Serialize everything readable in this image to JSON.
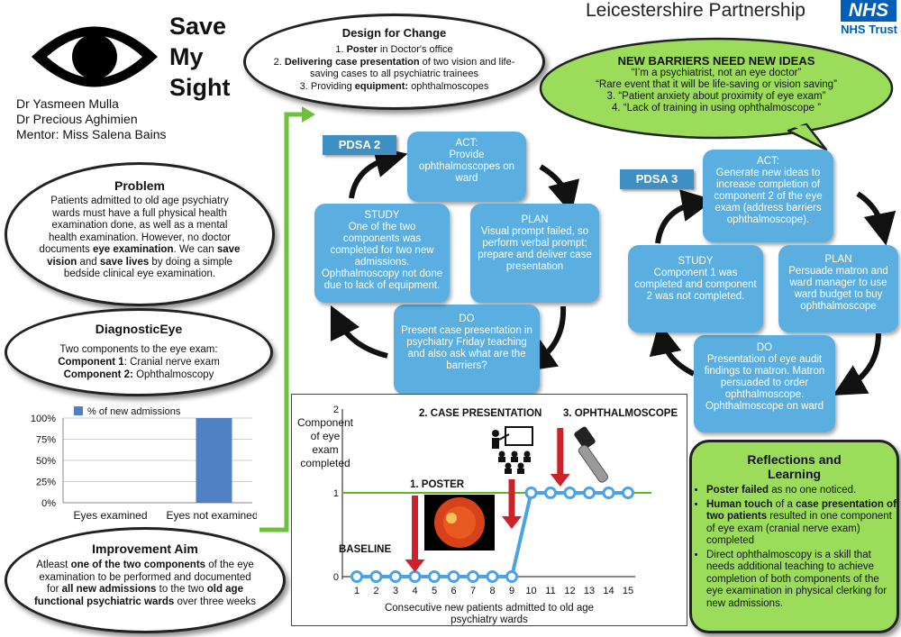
{
  "title": {
    "line1": "Save",
    "line2": "My",
    "line3": "Sight"
  },
  "authors": {
    "a1": "Dr Yasmeen Mulla",
    "a2": "Dr Precious Aghimien",
    "a3": "Mentor: Miss Salena Bains"
  },
  "logo": {
    "org": "Leicestershire Partnership",
    "badge": "NHS",
    "trust": "NHS Trust"
  },
  "design": {
    "title": "Design for Change",
    "i1_pre": "1. ",
    "i1_b": "Poster",
    "i1_post": " in Doctor's office",
    "i2_pre": "2. ",
    "i2_b": "Delivering case presentation",
    "i2_post": " of two vision and life-saving cases to all psychiatric trainees",
    "i3_pre": "3. Providing ",
    "i3_b": "equipment:",
    "i3_post": " ophthalmoscopes"
  },
  "barriers": {
    "title": "NEW BARRIERS NEED NEW IDEAS",
    "b1": "“I’m a psychiatrist, not an eye doctor”",
    "b2": "“Rare event that it will be  life-saving or vision saving”",
    "b3": "3. “Patient anxiety about proximity of eye exam”",
    "b4": "4. “Lack of training in using ophthalmoscope ”"
  },
  "problem": {
    "title": "Problem",
    "t1": "Patients admitted to old age psychiatry wards must have a full physical health examination done, as well as a mental health examination. However, no doctor documents ",
    "b1": "eye examination",
    "t2": ". We can ",
    "b2": "save  vision",
    "t3": " and ",
    "b3": "save lives",
    "t4": " by doing a simple bedside clinical eye examination."
  },
  "diag": {
    "title": "DiagnosticEye",
    "t1": "Two components to the eye exam:",
    "c1b": "Component 1",
    "c1": ": Cranial nerve exam",
    "c2b": "Component 2:",
    "c2": " Ophthalmoscopy"
  },
  "bar_chart": {
    "type": "bar",
    "legend": "% of new admissions",
    "categories": [
      "Eyes examined",
      "Eyes not examined"
    ],
    "values": [
      0,
      100
    ],
    "y_ticks": [
      "100%",
      "75%",
      "50%",
      "25%",
      "0%"
    ],
    "ylim": [
      0,
      100
    ],
    "color": "#4f81c4"
  },
  "aim": {
    "title": "Improvement Aim",
    "t1": "Atleast ",
    "b1": "one of the two components",
    "t2": " of the eye examination to be performed and documented for ",
    "b2": "all new admissions",
    "t3": " to the two ",
    "b3": "old age functional psychiatric wards",
    "t4": " over three weeks"
  },
  "pdsa2": {
    "tag": "PDSA 2",
    "act_h": "ACT:",
    "act": "Provide ophthalmoscopes on ward",
    "plan_h": "PLAN",
    "plan": "Visual prompt failed, so perform verbal prompt; prepare and deliver case presentation",
    "do_h": "DO",
    "do": "Present case presentation in psychiatry Friday teaching and also ask what are the barriers?",
    "study_h": "STUDY",
    "study": "One of the two components was completed for two new admissions. Ophthalmoscopy not done due to lack of equipment."
  },
  "pdsa3": {
    "tag": "PDSA 3",
    "act_h": "ACT:",
    "act": "Generate new ideas to increase completion of component 2 of the eye exam (address barriers ophthalmoscope).",
    "plan_h": "PLAN",
    "plan": "Persuade matron and ward manager to use ward budget to buy ophthalmoscope",
    "do_h": "DO",
    "do": "Presentation of eye audit findings to matron. Matron persuaded to order ophthalmoscope. Ophthalmoscope on ward",
    "study_h": "STUDY",
    "study": "Component 1 was completed and component 2 was not completed."
  },
  "run_chart": {
    "type": "line",
    "ylabel": "Component of eye exam completed",
    "xlabel": "Consecutive new patients admitted to old age psychiatry wards",
    "x": [
      1,
      2,
      3,
      4,
      5,
      6,
      7,
      8,
      9,
      10,
      11,
      12,
      13,
      14,
      15
    ],
    "values": [
      0,
      0,
      0,
      0,
      0,
      0,
      0,
      0,
      0,
      1,
      1,
      1,
      1,
      1,
      1
    ],
    "y_ticks": [
      "2",
      "1",
      "0"
    ],
    "ylim": [
      0,
      2
    ],
    "goal_line": 1,
    "annotations": {
      "baseline": "BASELINE",
      "poster": "1. POSTER",
      "case": "2. CASE PRESENTATION",
      "ophth": "3. OPHTHALMOSCOPE"
    },
    "line_color": "#4aa3e6",
    "goal_color": "#5cb82e",
    "arrow_color": "#cc2229"
  },
  "reflections": {
    "title1": "Reflections and",
    "title2": "Learning",
    "r1b": "Poster failed",
    "r1": " as no one noticed.",
    "r2b1": "Human touch",
    "r2t": " of a ",
    "r2b2": "case presentation of two patients",
    "r2": " resulted in one component of eye exam (cranial nerve exam) completed",
    "r3": "Direct ophthalmoscopy is a skill that needs additional teaching to achieve completion of both components of the eye examination in physical clerking for new admissions."
  }
}
